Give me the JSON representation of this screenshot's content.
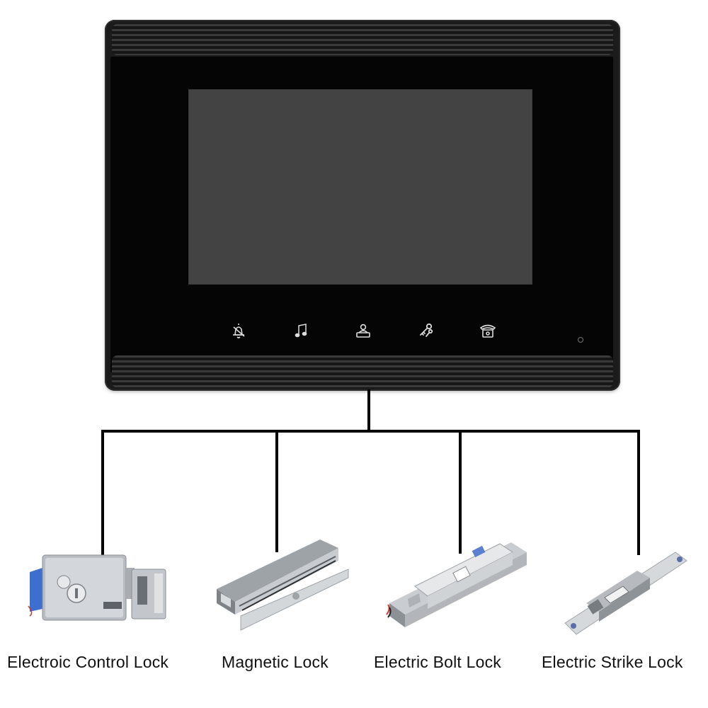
{
  "locks": [
    {
      "label": "Electroic Control Lock",
      "icon": "electric-control-lock-icon"
    },
    {
      "label": "Magnetic Lock",
      "icon": "magnetic-lock-icon"
    },
    {
      "label": "Electric Bolt Lock",
      "icon": "electric-bolt-lock-icon"
    },
    {
      "label": "Electric Strike Lock",
      "icon": "electric-strike-lock-icon"
    }
  ],
  "monitor_buttons": [
    "bell-icon",
    "music-note-icon",
    "user-icon",
    "keys-icon",
    "phone-icon"
  ],
  "colors": {
    "frame": "#1b1b1b",
    "screen": "#434343",
    "wire": "#000000",
    "steel": "#c9ccd0"
  }
}
